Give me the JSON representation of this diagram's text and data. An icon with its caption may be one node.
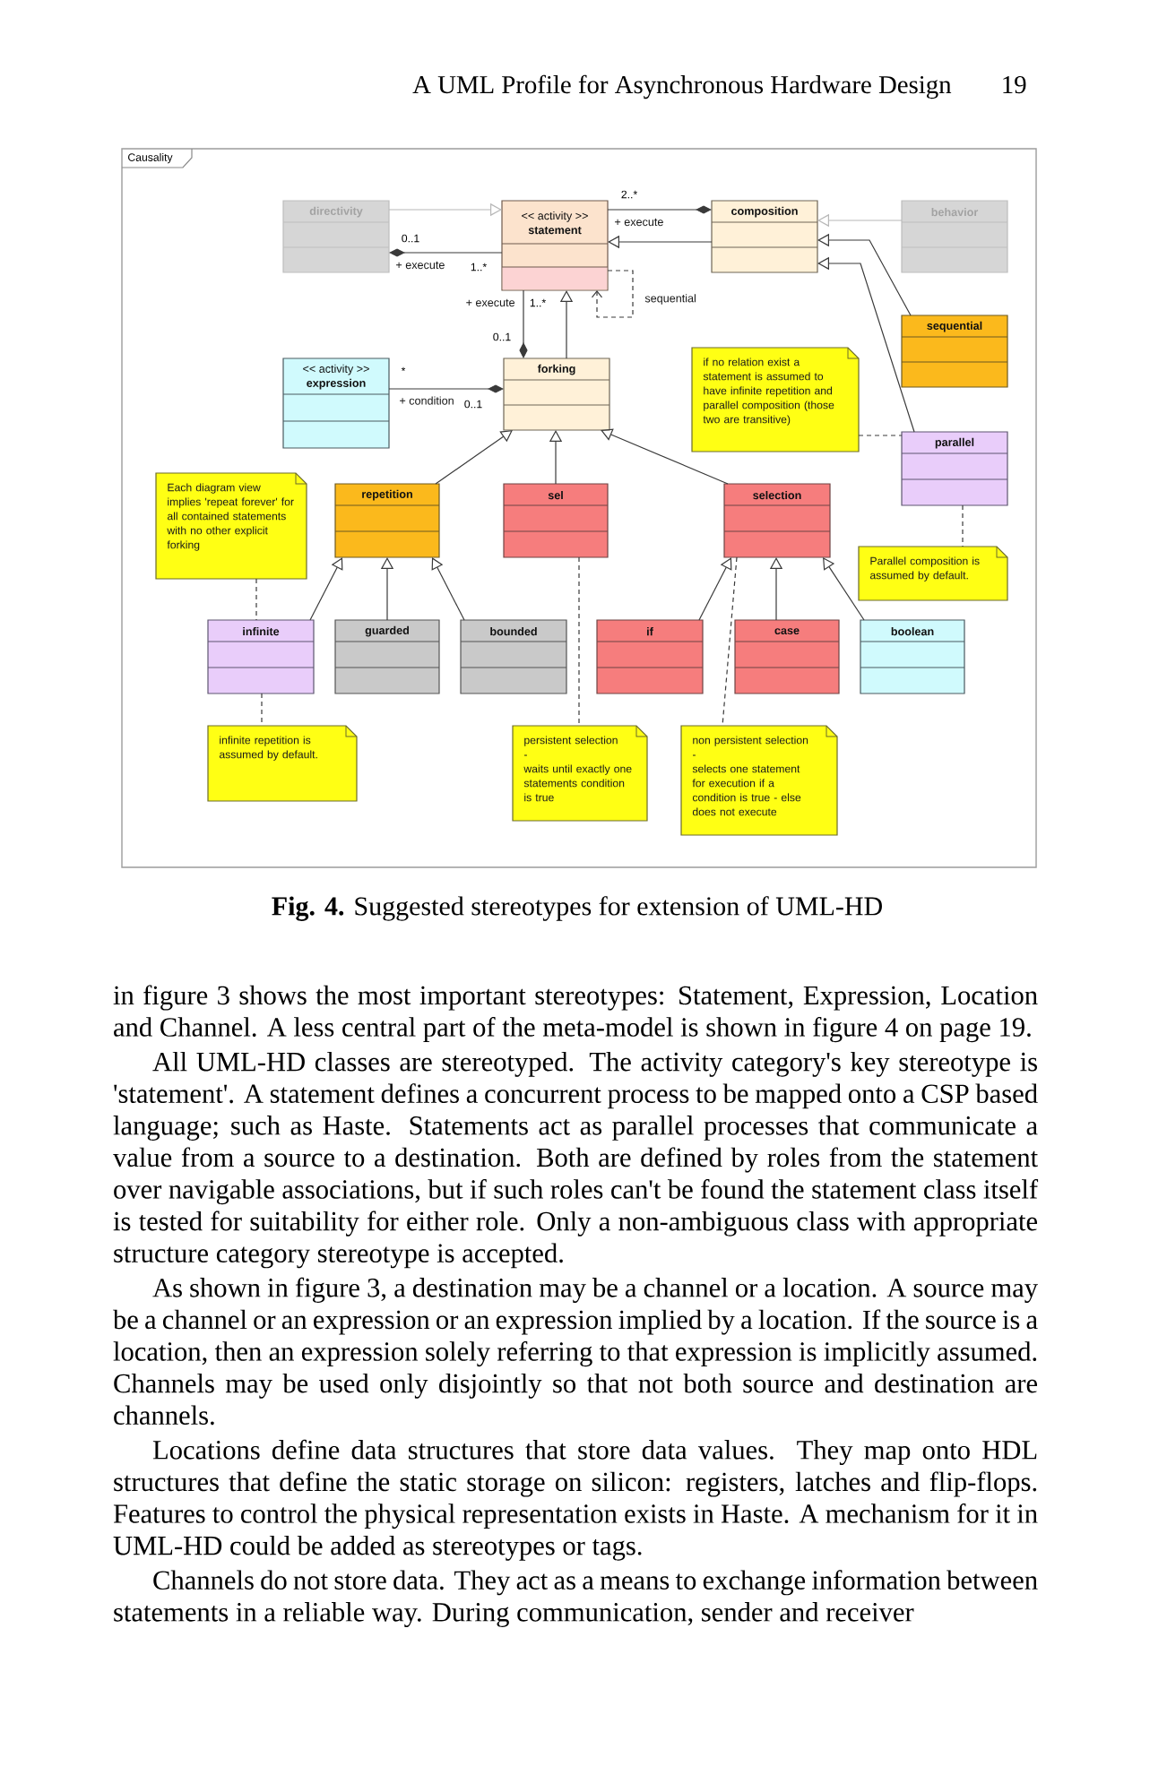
{
  "diagram": {
    "caption": "**Fig. 4.** Suggested stereotypes for extension of UML-HD",
    "nodes": [
      {
        "text": [
          "Causality"
        ]
      },
      {
        "text": [
          "directivity"
        ],
        "in": 0
      },
      {
        "text": [
          "<< activity >>",
          "statement"
        ],
        "in": 0
      },
      {
        "text": [
          "composition"
        ],
        "in": 0
      },
      {
        "text": [
          "behavior"
        ],
        "in": 0
      },
      {
        "text": [
          "sequential"
        ],
        "in": 0
      },
      {
        "text": [
          "<< activity >>",
          "expression"
        ],
        "in": 0
      },
      {
        "text": [
          "forking"
        ],
        "in": 0
      },
      {
        "text": [
          "if no relation exist a statement is assumed to have infinite repetition and parallel composition (those two are transitive)"
        ],
        "in": 0
      },
      {
        "text": [
          "parallel"
        ],
        "in": 0
      },
      {
        "text": [
          "Each diagram view implies 'repeat forever' for all contained statements with no other explicit forking"
        ],
        "in": 0
      },
      {
        "text": [
          "repetition"
        ],
        "in": 0
      },
      {
        "text": [
          "sel"
        ],
        "in": 0
      },
      {
        "text": [
          "selection"
        ],
        "in": 0
      },
      {
        "text": [
          "Parallel composition is assumed by default."
        ],
        "in": 0
      },
      {
        "text": [
          "infinite"
        ],
        "in": 0
      },
      {
        "text": [
          "guarded"
        ],
        "in": 0
      },
      {
        "text": [
          "bounded"
        ],
        "in": 0
      },
      {
        "text": [
          "if"
        ],
        "in": 0
      },
      {
        "text": [
          "case"
        ],
        "in": 0
      },
      {
        "text": [
          "boolean"
        ],
        "in": 0
      },
      {
        "text": [
          "infinite repetition is assumed by default."
        ],
        "in": 0
      },
      {
        "text": [
          "persistent selection",
          "-",
          "waits until exactly one statements condition is true"
        ],
        "in": 0
      },
      {
        "text": [
          "non persistent selection",
          "-",
          "selects one statement for execution if a condition is true - else does not execute"
        ],
        "in": 0
      }
    ],
    "edges": [
      {
        "from": 1,
        "to": 2,
        "arrow": "to",
        "color": "#b8b8b8"
      },
      {
        "from": 2,
        "to": 1,
        "arrow": "other",
        "label": "+ execute"
      },
      {
        "from": 2,
        "to": 3,
        "arrow": "other",
        "label": "+ execute"
      },
      {
        "from": 3,
        "to": 2,
        "arrow": "to"
      },
      {
        "from": 4,
        "to": 3,
        "arrow": "to",
        "color": "#b8b8b8"
      },
      {
        "from": 5,
        "to": 3,
        "arrow": "to"
      },
      {
        "from": 9,
        "to": 3,
        "arrow": "to"
      },
      {
        "from": 2,
        "to": 7,
        "arrow": "other",
        "label": "+ execute"
      },
      {
        "from": 7,
        "to": 2,
        "arrow": "to"
      },
      {
        "from": 2,
        "to": 2,
        "arrow": "to",
        "label": "sequential",
        "style": "dashed"
      },
      {
        "from": 6,
        "to": 7,
        "arrow": "other",
        "label": "+ condition"
      },
      {
        "from": 8,
        "to": 9,
        "arrow": "none",
        "style": "dashed"
      },
      {
        "from": 11,
        "to": 7,
        "arrow": "to"
      },
      {
        "from": 12,
        "to": 7,
        "arrow": "to"
      },
      {
        "from": 13,
        "to": 7,
        "arrow": "to"
      },
      {
        "from": 10,
        "to": 15,
        "arrow": "none",
        "style": "dashed"
      },
      {
        "from": 9,
        "to": 14,
        "arrow": "none",
        "style": "dashed"
      },
      {
        "from": 15,
        "to": 11,
        "arrow": "to"
      },
      {
        "from": 16,
        "to": 11,
        "arrow": "to"
      },
      {
        "from": 17,
        "to": 11,
        "arrow": "to"
      },
      {
        "from": 15,
        "to": 21,
        "arrow": "none",
        "style": "dashed"
      },
      {
        "from": 12,
        "to": 22,
        "arrow": "none",
        "style": "dashed"
      },
      {
        "from": 18,
        "to": 13,
        "arrow": "to"
      },
      {
        "from": 19,
        "to": 13,
        "arrow": "to"
      },
      {
        "from": 20,
        "to": 13,
        "arrow": "to"
      },
      {
        "from": 13,
        "to": 23,
        "arrow": "none",
        "style": "dashed"
      }
    ],
    "labels": [
      "A UML Profile for Asynchronous Hardware Design",
      "19",
      "2..*",
      "0..1",
      "1..*",
      "1..*",
      "0..1",
      "*",
      "0..1",
      "in figure 3 shows the most important stereotypes: Statement, Expression, Location and Channel. A less central part of the meta-model is shown in figure 4 on page 19.",
      "All UML-HD classes are stereotyped. The activity category's key stereotype is 'statement'. A statement defines a concurrent process to be mapped onto a CSP based language; such as Haste. Statements act as parallel processes that communicate a value from a source to a destination. Both are defined by roles from the statement over navigable associations, but if such roles can't be found the statement class itself is tested for suitability for either role. Only a non-ambiguous class with appropriate structure category stereotype is accepted.",
      "As shown in figure 3, a destination may be a channel or a location. A source may be a channel or an expression or an expression implied by a location. If the source is a location, then an expression solely referring to that expression is implicitly assumed. Channels may be used only disjointly so that not both source and destination are channels.",
      "Locations define data structures that store data values. They map onto HDL structures that define the static storage on silicon: registers, latches and flip-flops. Features to control the physical representation exists in Haste. A mechanism for it in UML-HD could be added as stereotypes or tags.",
      "Channels do not store data. They act as a means to exchange information between statements in a reliable way. During communication, sender and receiver"
    ]
  }
}
